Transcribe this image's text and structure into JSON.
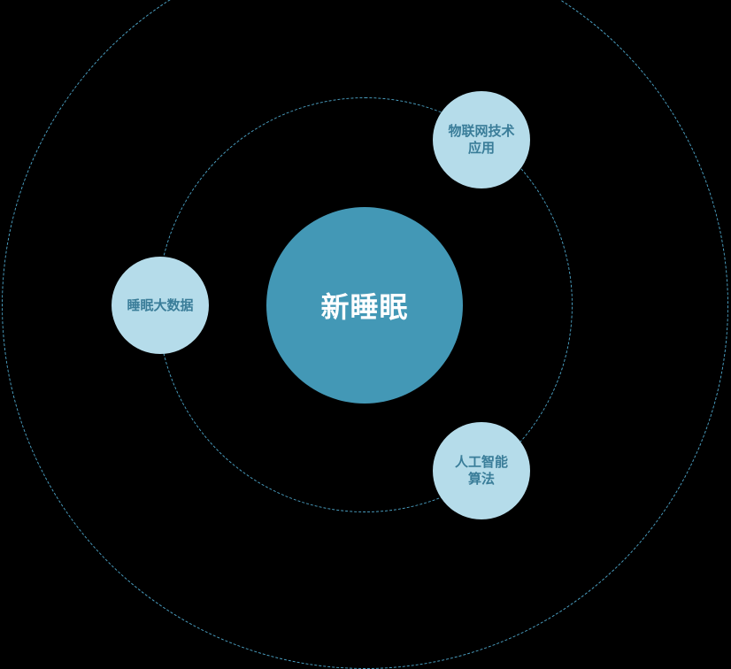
{
  "diagram": {
    "center": {
      "label": "新睡眠",
      "color": "#4398b6",
      "text_color": "#ffffff"
    },
    "satellites": [
      {
        "id": "iot",
        "label": "物联网技术\n应用"
      },
      {
        "id": "data",
        "label": "睡眠大数据"
      },
      {
        "id": "ai",
        "label": "人工智能\n算法"
      }
    ],
    "satellite_color": "#b5dcea",
    "satellite_text_color": "#3a7d99",
    "ring_color": "#4a9ec0",
    "background": "#000000"
  }
}
